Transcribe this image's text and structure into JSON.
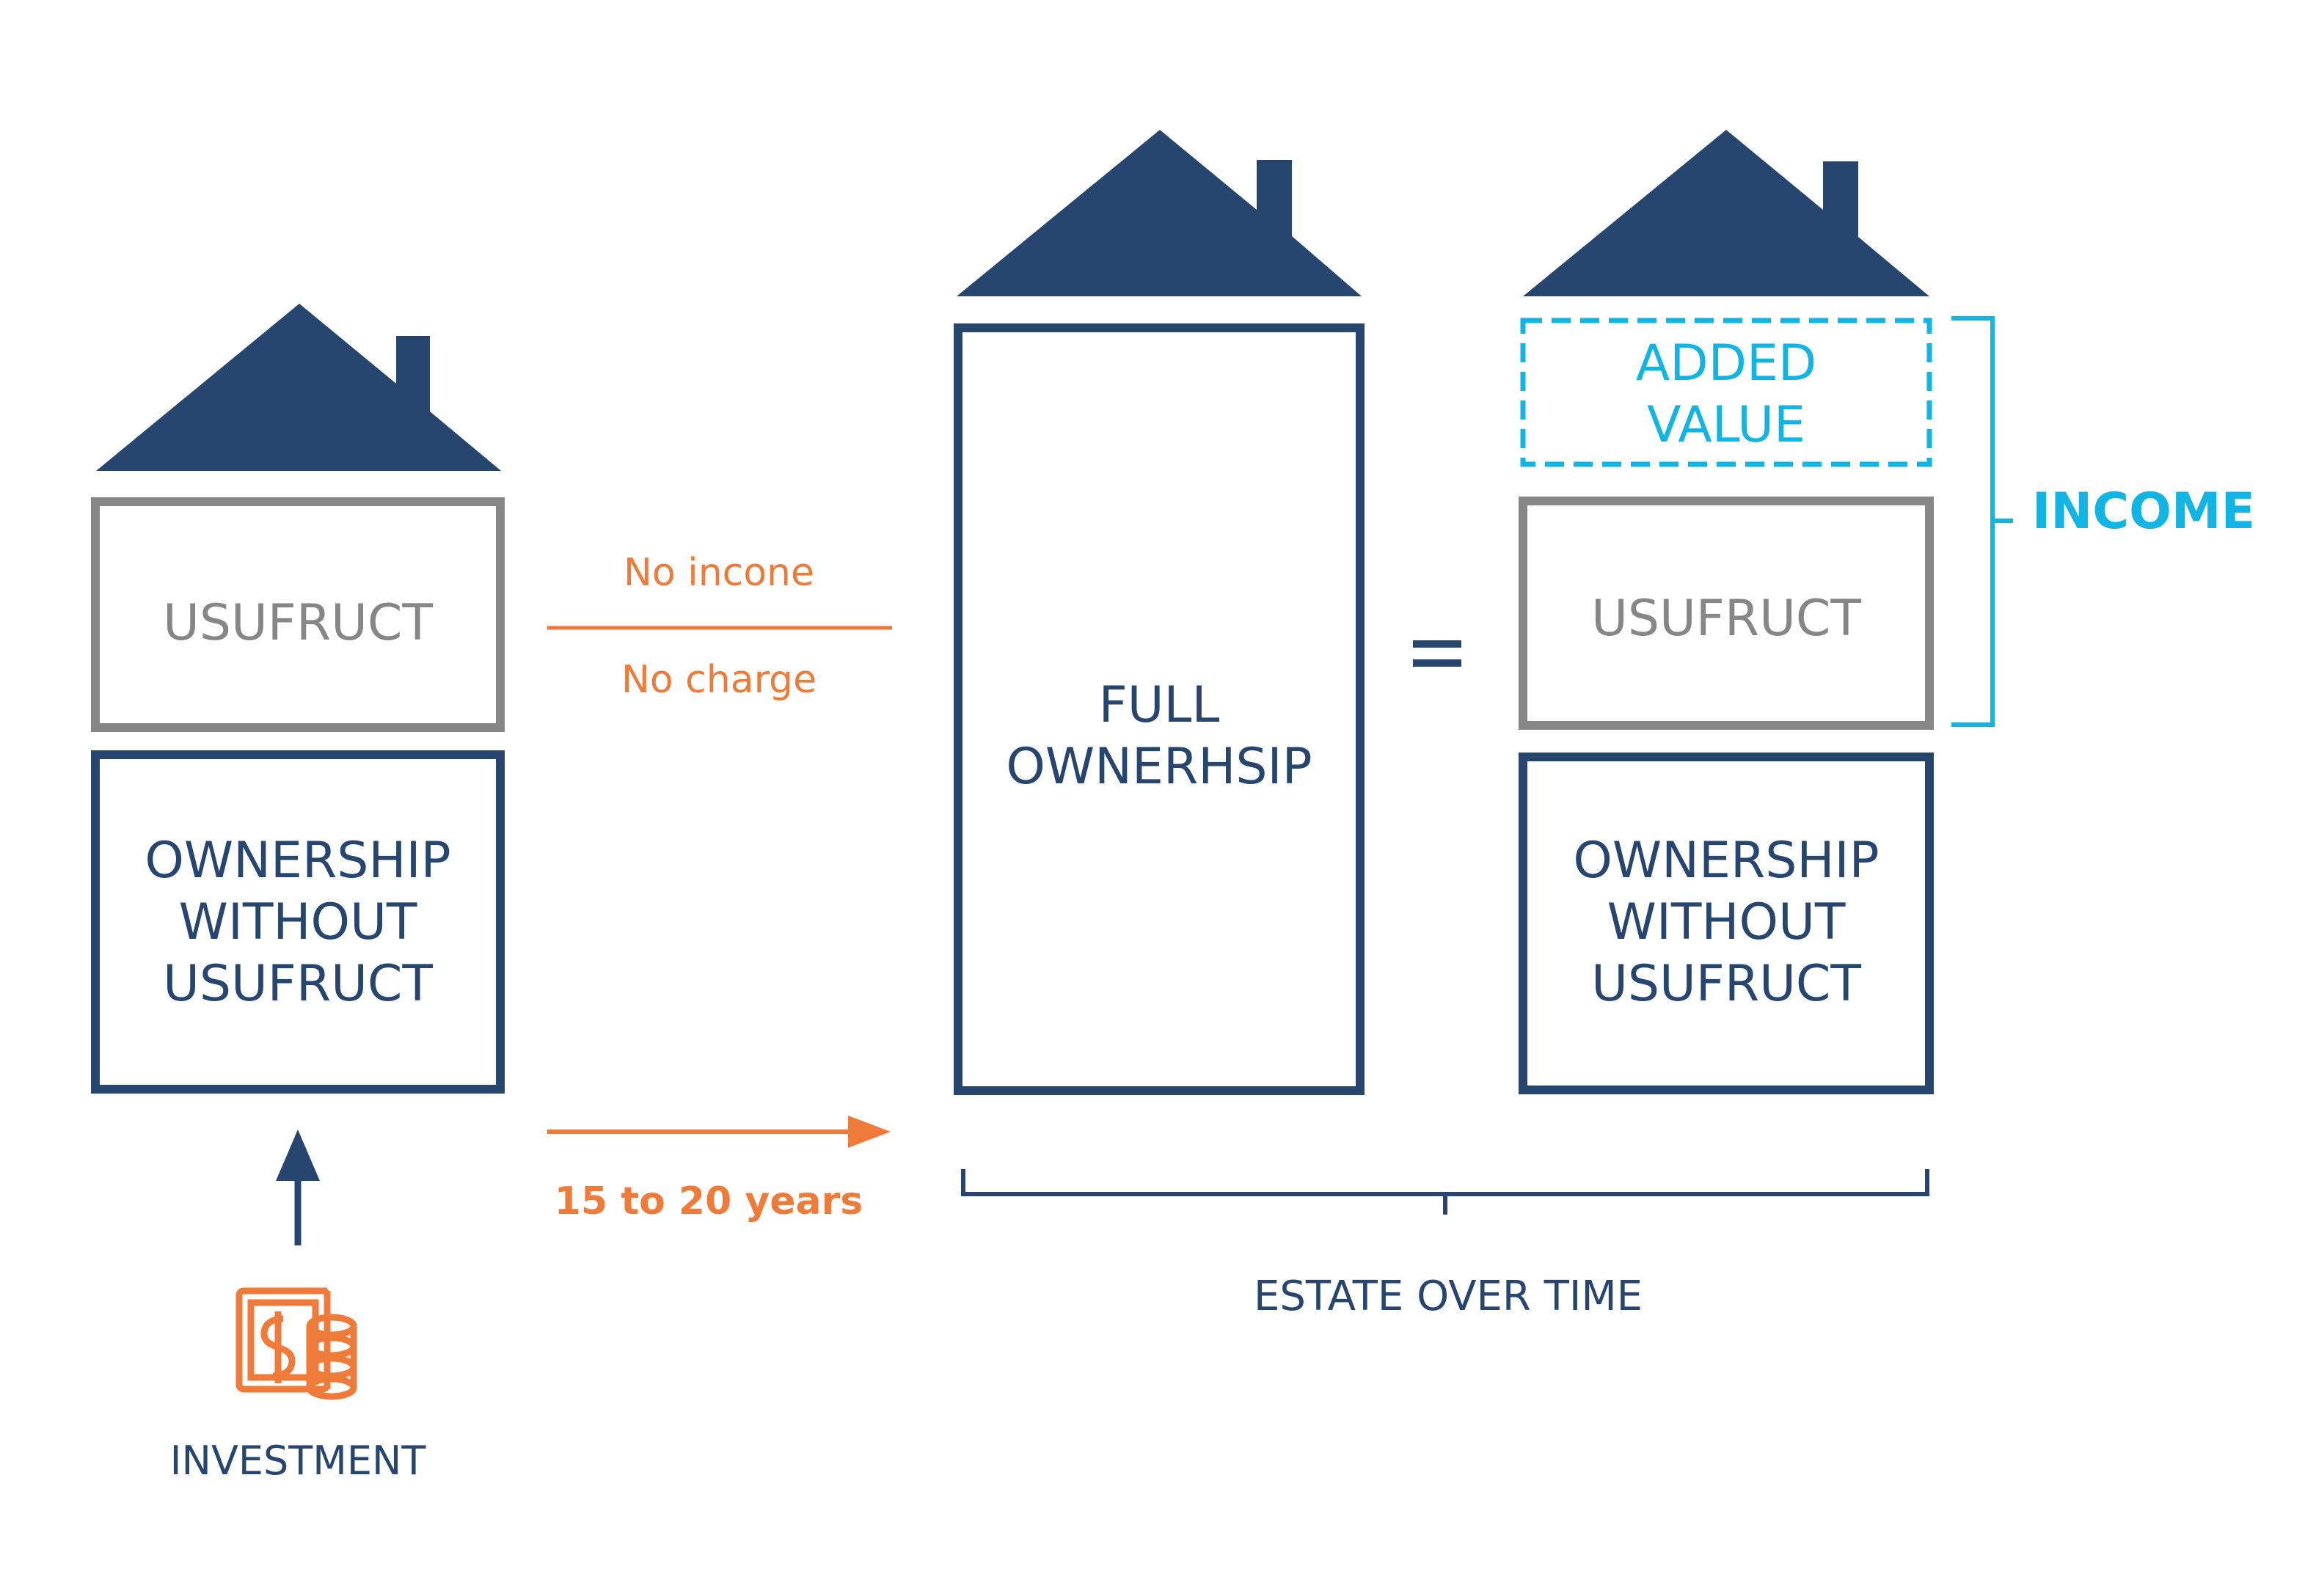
{
  "colors": {
    "navy": "#26466f",
    "gray": "#868686",
    "orange": "#ef7b3a",
    "cyan": "#12b4e3",
    "white": "#ffffff"
  },
  "left": {
    "usufruct_label": "USUFRUCT",
    "ownership_line1": "OWNERSHIP",
    "ownership_line2": "WITHOUT",
    "ownership_line3": "USUFRUCT",
    "investment_label": "INVESTMENT",
    "investment_icon": "money-coins-icon"
  },
  "transition": {
    "no_income": "No incone",
    "no_charge": "No charge",
    "duration": "15 to 20 years"
  },
  "middle": {
    "full_line1": "FULL",
    "full_line2": "OWNERHSIP"
  },
  "equals": "=",
  "right": {
    "added_line1": "ADDED",
    "added_line2": "VALUE",
    "income_label": "INCOME",
    "usufruct_label": "USUFRUCT",
    "ownership_line1": "OWNERSHIP",
    "ownership_line2": "WITHOUT",
    "ownership_line3": "USUFRUCT"
  },
  "estate_label": "ESTATE OVER TIME"
}
